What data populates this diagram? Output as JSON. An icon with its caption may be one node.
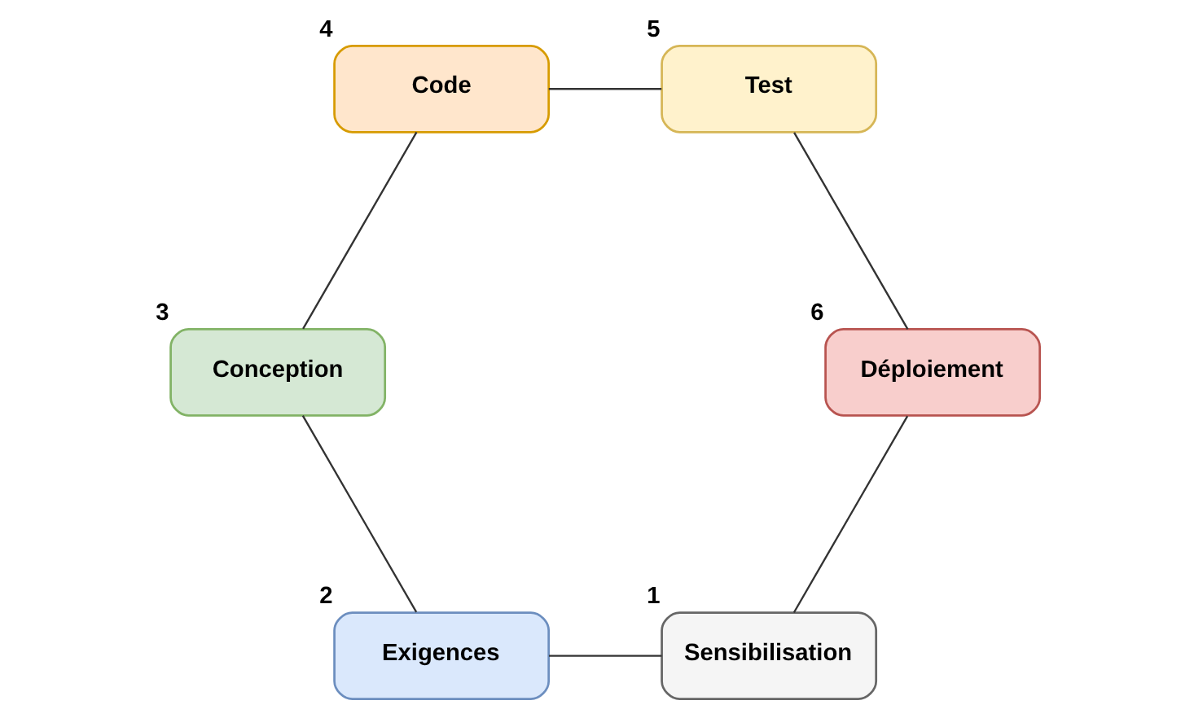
{
  "diagram": {
    "nodes": [
      {
        "text": [
          "Sensibilisation"
        ],
        "beside": [
          "1"
        ]
      },
      {
        "text": [
          "Exigences"
        ],
        "beside": [
          "2"
        ]
      },
      {
        "text": [
          "Conception"
        ],
        "beside": [
          "3"
        ]
      },
      {
        "text": [
          "Code"
        ],
        "beside": [
          "4"
        ]
      },
      {
        "text": [
          "Test"
        ],
        "beside": [
          "5"
        ]
      },
      {
        "text": [
          "Déploiement"
        ],
        "beside": [
          "6"
        ]
      }
    ],
    "edges": [
      {
        "from": 0,
        "to": 1,
        "arrow": "none"
      },
      {
        "from": 1,
        "to": 2,
        "arrow": "none"
      },
      {
        "from": 2,
        "to": 3,
        "arrow": "none"
      },
      {
        "from": 3,
        "to": 4,
        "arrow": "none"
      },
      {
        "from": 4,
        "to": 5,
        "arrow": "none"
      },
      {
        "from": 5,
        "to": 0,
        "arrow": "none"
      }
    ]
  }
}
